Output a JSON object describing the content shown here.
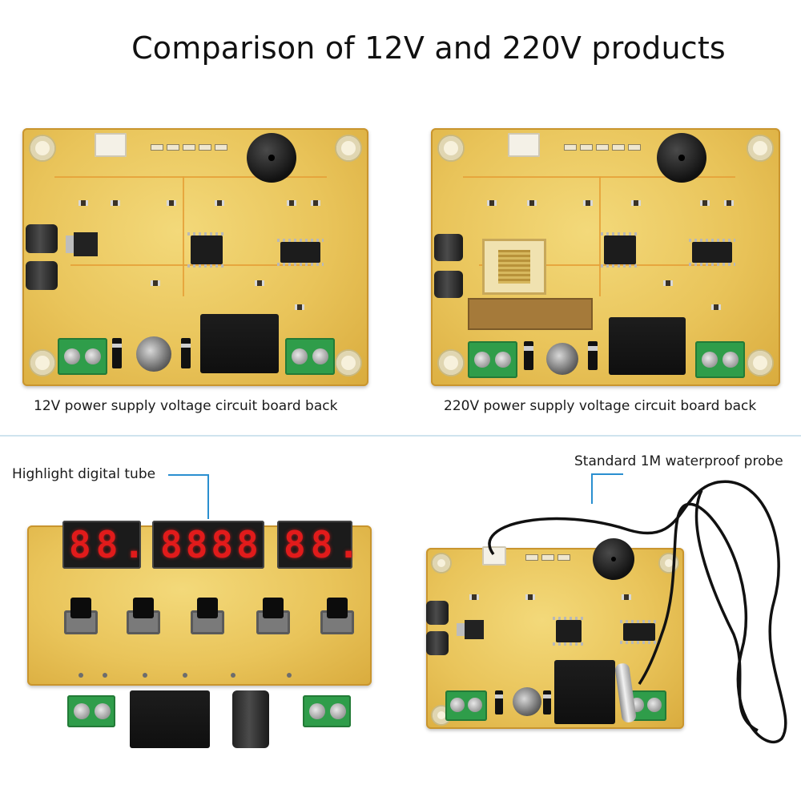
{
  "title": "Comparison of 12V and 220V products",
  "captions": {
    "board_12v": "12V power supply voltage circuit board back",
    "board_220v": "220V power supply voltage circuit board back",
    "digital_tube": "Highlight digital tube",
    "probe": "Standard 1M waterproof probe"
  },
  "displays": {
    "left": "88.",
    "middle": "8888",
    "right": "88."
  },
  "colors": {
    "board": "#e9c45a",
    "terminal": "#2f9d4a",
    "pointer_line": "#2a8fd0",
    "digit": "#e11b1b"
  }
}
